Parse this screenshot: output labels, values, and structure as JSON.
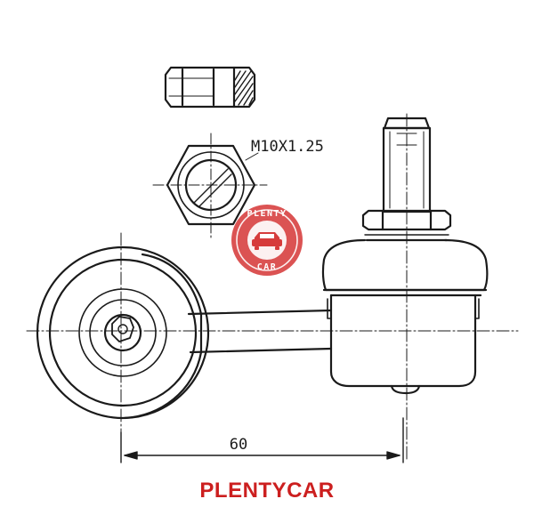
{
  "drawing": {
    "thread_label": "M10X1.25",
    "dimension_label": "60",
    "line_color": "#1a1a1a"
  },
  "watermark": {
    "top_text": "PLENTY",
    "bottom_text": "CAR",
    "color": "#d63b3b",
    "icon": "car-icon"
  },
  "footer": {
    "brand": "PLENTYCAR",
    "color": "#cc1f1f"
  }
}
